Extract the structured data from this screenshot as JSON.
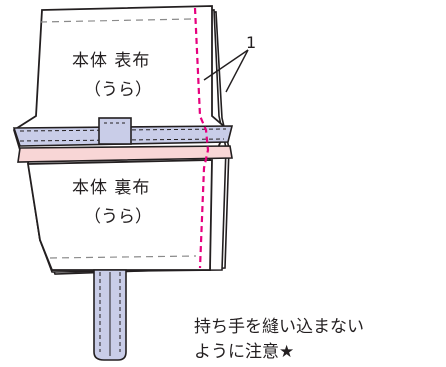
{
  "labels": {
    "outer_fabric": "本体 表布",
    "outer_side": "（うら）",
    "lining_fabric": "本体 裏布",
    "lining_side": "（うら）",
    "callout_number": "1",
    "note_line1": "持ち手を縫い込まない",
    "note_line2": "ように注意★"
  },
  "colors": {
    "stitch_line": "#e6007e",
    "band": "#c9cde8",
    "pink_band": "#f8d6d6",
    "handle": "#c9cde8",
    "outline": "#231f20"
  }
}
